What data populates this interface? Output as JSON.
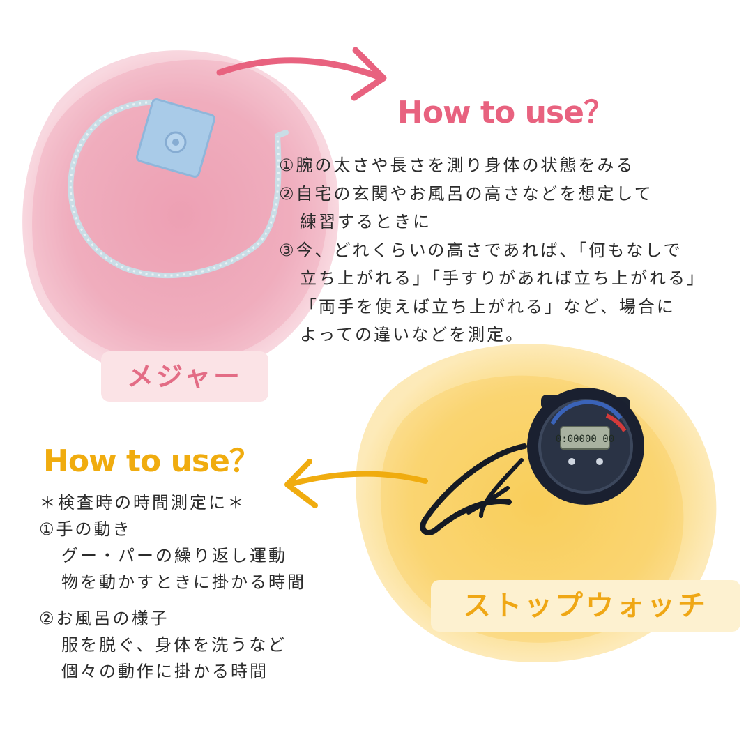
{
  "colors": {
    "pink": "#e8627f",
    "pink_bg": "#f2b8c6",
    "yellow": "#f0ac0f",
    "yellow_bg": "#fbd97a",
    "text": "#2b2b2b"
  },
  "measure_section": {
    "heading": "How to use？",
    "lines": [
      "①腕の太さや長さを測り身体の状態をみる",
      "②自宅の玄関やお風呂の高さなどを想定して",
      "練習するときに",
      "③今、どれくらいの高さであれば、「何もなしで",
      "立ち上がれる」「手すりがあれば立ち上がれる」",
      "「両手を使えば立ち上がれる」など、場合に",
      "よっての違いなどを測定。"
    ],
    "label": "メジャー",
    "image_icon": "tape-measure-icon"
  },
  "stopwatch_section": {
    "heading": "How to use？",
    "lines": [
      "＊検査時の時間測定に＊",
      "①手の動き",
      "グー・パーの繰り返し運動",
      "物を動かすときに掛かる時間",
      "②お風呂の様子",
      "服を脱ぐ、身体を洗うなど",
      "個々の動作に掛かる時間"
    ],
    "label": "ストップウォッチ",
    "image_icon": "stopwatch-icon",
    "display_digits": "0:00000 00"
  }
}
